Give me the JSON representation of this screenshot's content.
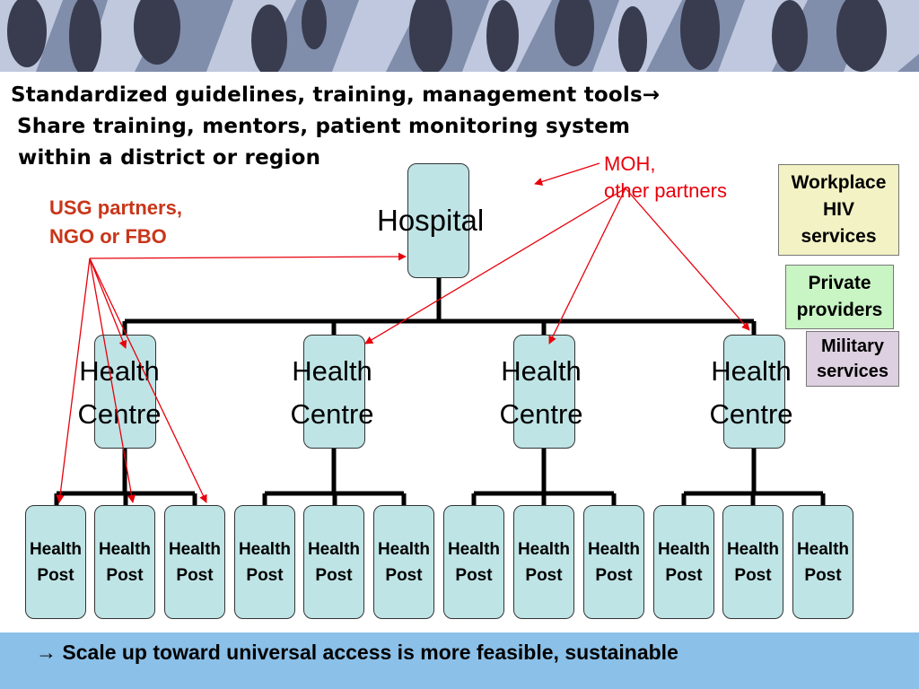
{
  "headline": {
    "line1": "Standardized guidelines, training, management tools→",
    "line2": "Share training, mentors, patient monitoring system",
    "line3": "within a district or region"
  },
  "hierarchy": {
    "hospital": "Hospital",
    "health_centre": "Health\nCentre",
    "health_post": "Health\nPost"
  },
  "annotations": {
    "moh": "MOH,\nother partners",
    "usg": "USG partners,\nNGO or FBO"
  },
  "side_boxes": {
    "workplace": "Workplace\nHIV\nservices",
    "private": "Private\nproviders",
    "military": "Military\nservices"
  },
  "footer": "→ Scale up toward universal access is more feasible, sustainable",
  "colors": {
    "box_fill": "#bfe4e6",
    "arrow_red": "#e8000b",
    "workplace_fill": "#f2f2c4",
    "private_fill": "#c9f5c4",
    "military_fill": "#ddd0e0",
    "footer_fill": "#8bc0e8"
  }
}
